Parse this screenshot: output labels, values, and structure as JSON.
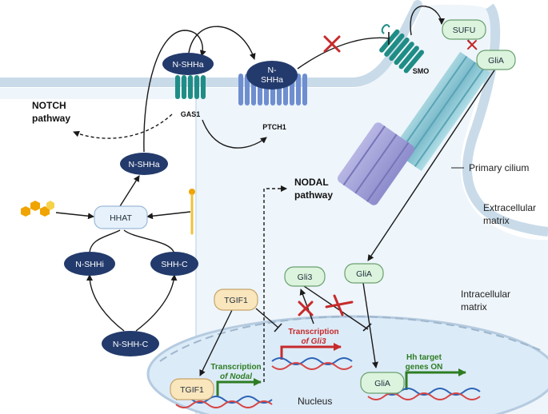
{
  "nodes": {
    "n_shha_gas1": "N-SHHa",
    "n_shha_ptch1_line1": "N-",
    "n_shha_ptch1_line2": "SHHa",
    "n_shha_mid": "N-SHHa",
    "hhat": "HHAT",
    "n_shhi": "N-SHHi",
    "shh_c": "SHH-C",
    "n_shh_c": "N-SHH-C",
    "sufu": "SUFU",
    "glia_cilium": "GliA",
    "glia_cyto": "GliA",
    "gli3": "Gli3",
    "tgif1_top": "TGIF1",
    "tgif1_nucleus": "TGIF1",
    "glia_nucleus": "GliA"
  },
  "labels": {
    "gas1": "GAS1",
    "ptch1": "PTCH1",
    "smo": "SMO",
    "notch_line1": "NOTCH",
    "notch_line2": "pathway",
    "nodal_line1": "NODAL",
    "nodal_line2": "pathway",
    "primary_cilium": "Primary cilium",
    "extracellular_line1": "Extracellular",
    "extracellular_line2": "matrix",
    "intracellular_line1": "Intracellular",
    "intracellular_line2": "matrix",
    "nucleus": "Nucleus",
    "transcription_gli3_line1": "Transcription",
    "transcription_gli3_line2": "of Gli3",
    "transcription_nodal_line1": "Transcription",
    "transcription_nodal_line2": "of Nodal",
    "hh_target_line1": "Hh target",
    "hh_target_line2": "genes ON"
  },
  "colors": {
    "dark_node": "#233a6c",
    "light_box": "#e6f1fb",
    "green_box": "#dcf3de",
    "tan_box": "#fae6bd",
    "membrane": "#c9dbe9",
    "cell_interior": "#eef5fb",
    "nucleus": "#dcebf8",
    "gas1_teal": "#1f8d86",
    "ptch1_blue": "#6e8ed0",
    "inhibit_red": "#c62b2b",
    "activate_green": "#2e7d23",
    "lipid_orange": "#f0a400"
  }
}
